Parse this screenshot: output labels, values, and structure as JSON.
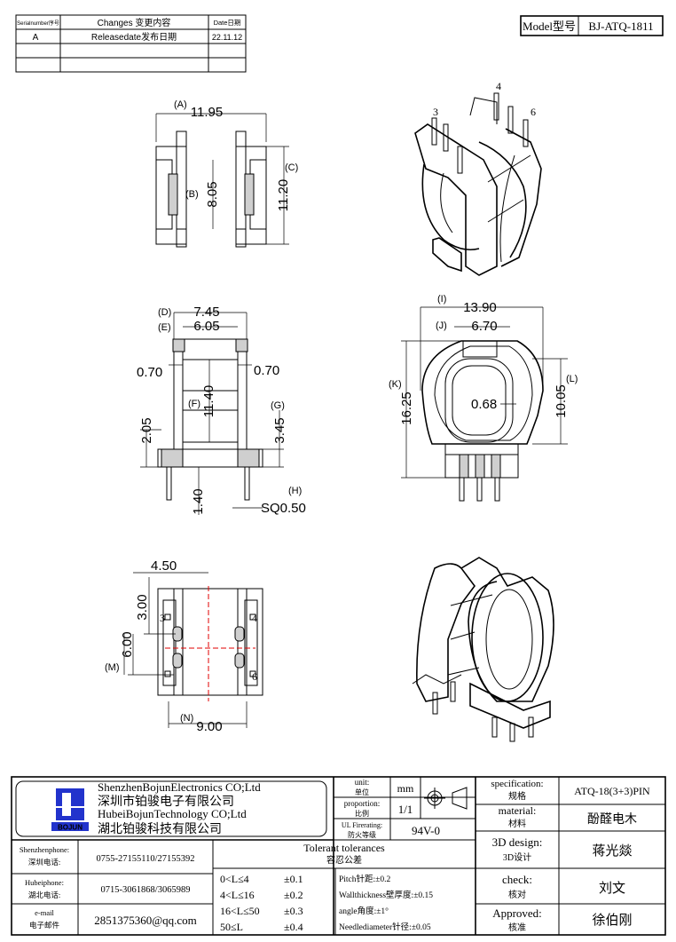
{
  "revision_table": {
    "headers": [
      "Serialnumber序号",
      "Changes 变更内容",
      "Date日期"
    ],
    "rows": [
      [
        "A",
        "Releasedate发布日期",
        "22.11.12"
      ],
      [
        "",
        "",
        ""
      ],
      [
        "",
        "",
        ""
      ]
    ]
  },
  "model": {
    "label": "Model型号",
    "value": "BJ-ATQ-1811"
  },
  "top_view": {
    "dims": [
      {
        "tag": "(A)",
        "value": "11.95"
      },
      {
        "tag": "(B)",
        "value": "8.05"
      },
      {
        "tag": "(C)",
        "value": "11.20"
      }
    ]
  },
  "iso_top": {
    "pins": [
      "3",
      "4",
      "6"
    ]
  },
  "side_view": {
    "dims": [
      {
        "tag": "(D)",
        "value": "7.45"
      },
      {
        "tag": "(E)",
        "value": "6.05"
      },
      {
        "tag": "",
        "value": "0.70"
      },
      {
        "tag": "",
        "value": "0.70"
      },
      {
        "tag": "(F)",
        "value": "11.40"
      },
      {
        "tag": "",
        "value": "2.05"
      },
      {
        "tag": "(G)",
        "value": "3.45"
      },
      {
        "tag": "",
        "value": "1.40"
      },
      {
        "tag": "(H)",
        "value": "SQ0.50"
      }
    ]
  },
  "front_view": {
    "dims": [
      {
        "tag": "(I)",
        "value": "13.90"
      },
      {
        "tag": "(J)",
        "value": "6.70"
      },
      {
        "tag": "(K)",
        "value": "16.25"
      },
      {
        "tag": "",
        "value": "0.68"
      },
      {
        "tag": "(L)",
        "value": "10.05"
      }
    ]
  },
  "bottom_view": {
    "dims": [
      {
        "tag": "",
        "value": "4.50"
      },
      {
        "tag": "",
        "value": "3.00"
      },
      {
        "tag": "",
        "value": "6.00"
      },
      {
        "tag": "(M)",
        "value": ""
      },
      {
        "tag": "(N)",
        "value": "9.00"
      }
    ],
    "pins": [
      "3",
      "4",
      "6"
    ]
  },
  "title_block": {
    "company_lines": [
      "ShenzhenBojunElectronics CO;Ltd",
      "深圳市铂骏电子有限公司",
      "HubeiBojunTechnology CO;Ltd",
      "湖北铂骏科技有限公司"
    ],
    "logo_text": "BOJUN",
    "unit": {
      "label_en": "unit:",
      "label_cn": "单位",
      "value": "mm"
    },
    "proportion": {
      "label_en": "proportion:",
      "label_cn": "比例",
      "value": "1/1"
    },
    "ul": {
      "label_en": "UL Firerating:",
      "label_cn": "防火等级",
      "value": "94V-0"
    },
    "specification": {
      "label_en": "specification:",
      "label_cn": "规格",
      "value": "ATQ-18(3+3)PIN"
    },
    "material": {
      "label_en": "material:",
      "label_cn": "材料",
      "value": "酚醛电木"
    },
    "design": {
      "label_en": "3D design:",
      "label_cn": "3D设计",
      "value": "蒋光燚"
    },
    "check": {
      "label_en": "check:",
      "label_cn": "核对",
      "value": "刘文"
    },
    "approved": {
      "label_en": "Approved:",
      "label_cn": "核准",
      "value": "徐伯刚"
    },
    "contacts": [
      {
        "label_en": "Shenzhenphone:",
        "label_cn": "深圳电话:",
        "value": "0755-27155110/27155392"
      },
      {
        "label_en": "Hubeiphone:",
        "label_cn": "湖北电话:",
        "value": "0715-3061868/3065989"
      },
      {
        "label_en": "e-mail",
        "label_cn": "电子邮件",
        "value": "2851375360@qq.com"
      }
    ],
    "tolerance": {
      "title_en": "Tolerant tolerances",
      "title_cn": "容忍公差",
      "rows": [
        [
          "0<L≤4",
          "±0.1"
        ],
        [
          "4<L≤16",
          "±0.2"
        ],
        [
          "16<L≤50",
          "±0.3"
        ],
        [
          "50≤L",
          "±0.4"
        ]
      ],
      "notes": [
        "Pitch针距:±0.2",
        "Wallthickness壁厚度:±0.15",
        "angle角度:±1°",
        "Needlediameter针径:±0.05"
      ]
    }
  }
}
